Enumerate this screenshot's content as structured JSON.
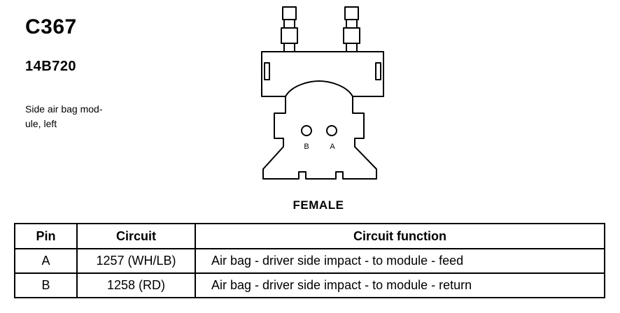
{
  "connector": {
    "id": "C367",
    "part_number": "14B720",
    "description_lines": [
      "Side air bag mod-",
      "ule, left"
    ],
    "gender": "FEMALE"
  },
  "pins": [
    {
      "label": "B"
    },
    {
      "label": "A"
    }
  ],
  "table": {
    "headers": {
      "pin": "Pin",
      "circuit": "Circuit",
      "function": "Circuit function"
    },
    "rows": [
      {
        "pin": "A",
        "circuit": "1257 (WH/LB)",
        "function": "Air bag - driver side impact - to module - feed"
      },
      {
        "pin": "B",
        "circuit": "1258 (RD)",
        "function": "Air bag - driver side impact - to module - return"
      }
    ]
  }
}
